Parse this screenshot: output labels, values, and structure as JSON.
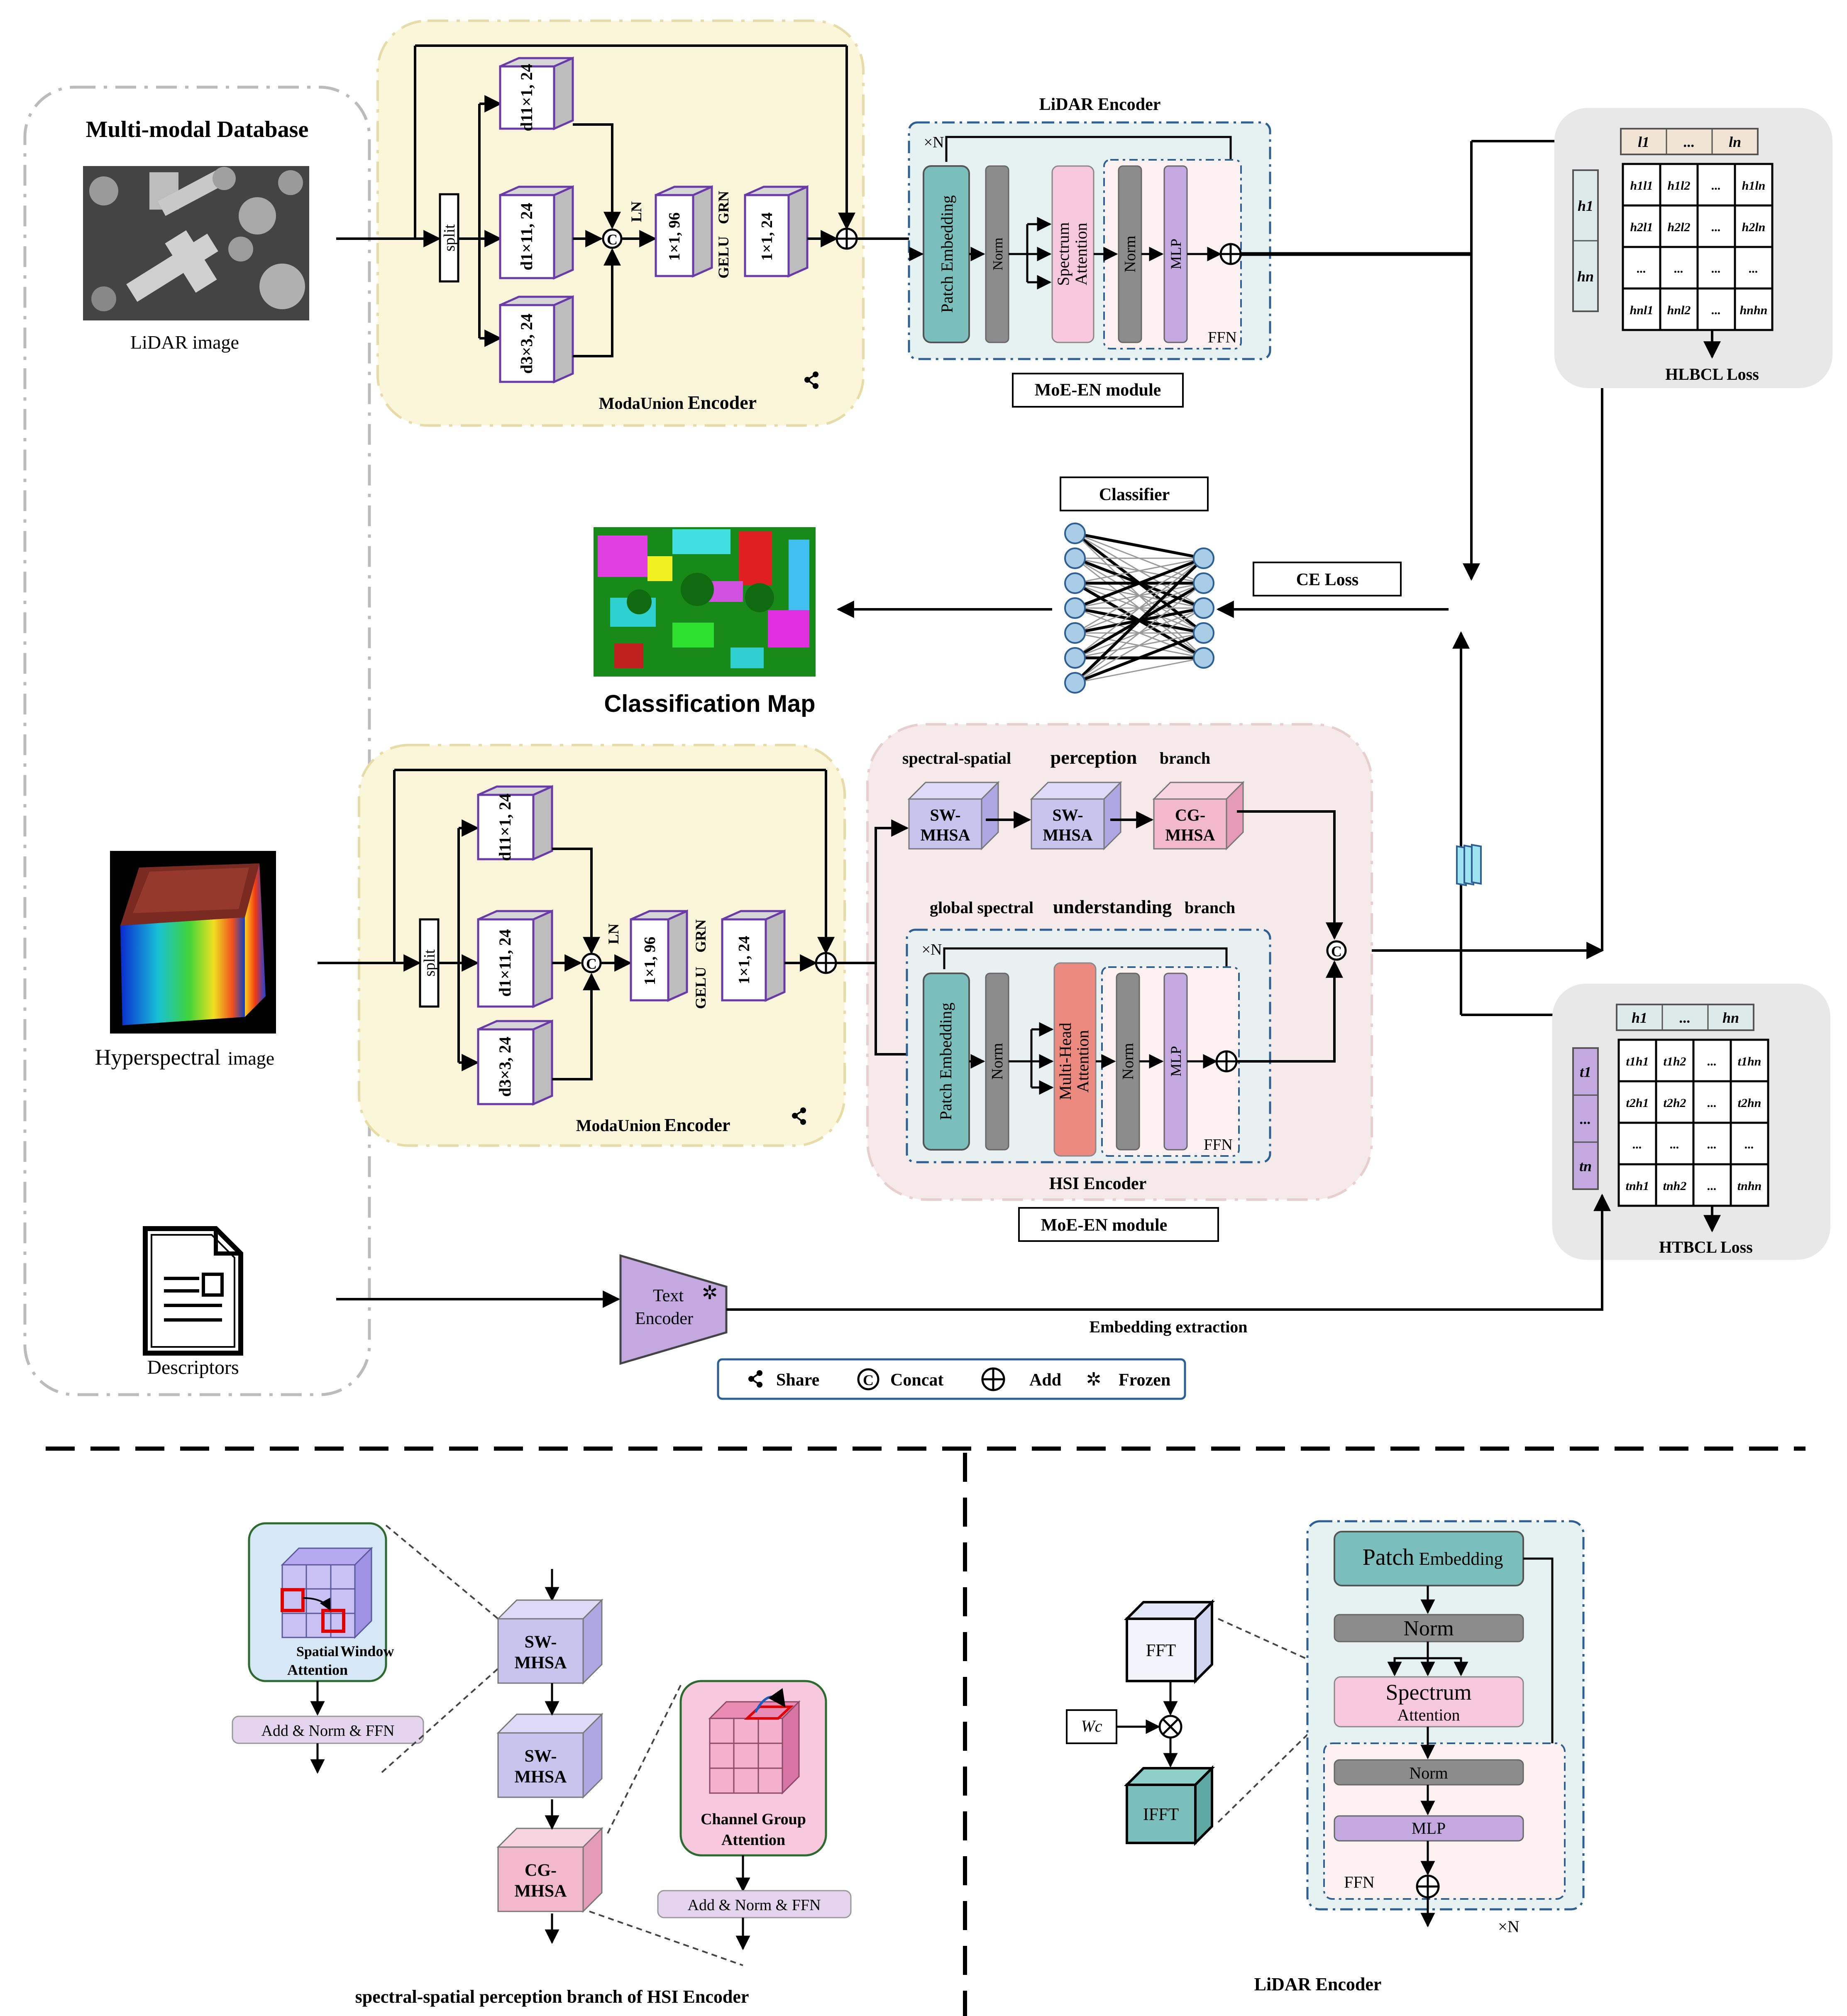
{
  "database": {
    "title": "Multi-modal Database",
    "lidar_caption": "LiDAR image",
    "hsi_caption_main": "Hyperspectral",
    "hsi_caption_small": "image",
    "descriptors_caption": "Descriptors"
  },
  "modaunion": {
    "label_a": "ModaUnion",
    "label_b": "Encoder",
    "split": "split",
    "d11": "d11×1, 24",
    "d1x11": "d1×11, 24",
    "d33": "d3×3, 24",
    "ln": "LN",
    "c196": "1×1, 96",
    "gelu": "GELU",
    "grn": "GRN",
    "c124": "1×1, 24"
  },
  "lidar_encoder": {
    "title": "LiDAR Encoder",
    "xn": "×N",
    "patch_embedding": "Patch Embedding",
    "norm": "Norm",
    "spectrum_attention_1": "Spectrum",
    "spectrum_attention_2": "Attention",
    "mlp": "MLP",
    "ffn": "FFN",
    "module": "MoE-EN module"
  },
  "hsi_encoder": {
    "title": "HSI Encoder",
    "ssp_branch_a": "spectral-spatial",
    "ssp_branch_b": "perception",
    "ssp_branch_c": "branch",
    "gsu_branch_a": "global spectral",
    "gsu_branch_b": "understanding",
    "gsu_branch_c": "branch",
    "sw_mhsa_1": "SW-",
    "sw_mhsa_2": "MHSA",
    "cg_mhsa_1": "CG-",
    "cg_mhsa_2": "MHSA",
    "xn": "×N",
    "patch_embedding": "Patch Embedding",
    "norm": "Norm",
    "mha_1": "Multi-Head",
    "mha_2": "Attention",
    "mlp": "MLP",
    "ffn": "FFN",
    "module": "MoE-EN module"
  },
  "classifier": {
    "title": "Classifier",
    "ce_loss": "CE Loss",
    "map_title": "Classification Map"
  },
  "text_encoder": {
    "line1": "Text",
    "line2": "Encoder",
    "embedding": "Embedding extraction"
  },
  "hlbcl": {
    "top": [
      "l1",
      "...",
      "ln"
    ],
    "side": [
      "h1",
      "hn"
    ],
    "rows": [
      [
        "h1l1",
        "h1l2",
        "...",
        "h1ln"
      ],
      [
        "h2l1",
        "h2l2",
        "...",
        "h2ln"
      ],
      [
        "...",
        "...",
        "...",
        "..."
      ],
      [
        "hnl1",
        "hnl2",
        "...",
        "hnhn"
      ]
    ],
    "loss": "HLBCL Loss"
  },
  "htbcl": {
    "top": [
      "h1",
      "...",
      "hn"
    ],
    "side": [
      "t1",
      "...",
      "tn"
    ],
    "rows": [
      [
        "t1h1",
        "t1h2",
        "...",
        "t1hn"
      ],
      [
        "t2h1",
        "t2h2",
        "...",
        "t2hn"
      ],
      [
        "...",
        "...",
        "...",
        "..."
      ],
      [
        "tnh1",
        "tnh2",
        "...",
        "tnhn"
      ]
    ],
    "loss": "HTBCL Loss"
  },
  "legend": {
    "share": "Share",
    "concat": "Concat",
    "add": "Add",
    "frozen": "Frozen"
  },
  "bottom_left": {
    "spatial_1": "Spatial",
    "spatial_2": "Window",
    "spatial_3": "Attention",
    "add_norm_ffn": "Add & Norm & FFN",
    "sw_1": "SW-",
    "sw_2": "MHSA",
    "cg_1": "CG-",
    "cg_2": "MHSA",
    "channel_1": "Channel Group",
    "channel_2": "Attention",
    "caption": "spectral-spatial perception branch of HSI Encoder"
  },
  "bottom_right": {
    "fft": "FFT",
    "ifft": "IFFT",
    "wc": "Wc",
    "patch_a": "Patch",
    "patch_b": "Embedding",
    "norm": "Norm",
    "spectrum": "Spectrum",
    "attention": "Attention",
    "norm2": "Norm",
    "mlp": "MLP",
    "ffn": "FFN",
    "xn": "×N",
    "caption": "LiDAR Encoder"
  },
  "colors": {
    "yellow_panel": "#fbf6d9",
    "pink_panel": "#f6e9e9",
    "gray_panel": "#e8e8e8",
    "teal": "#7bbfbd",
    "gray_block": "#8c8c8c",
    "pink_block": "#f7c8de",
    "purple_block": "#c4a8e0",
    "salmon_block": "#ec8a80",
    "cube_purple": "#c9c4ee",
    "cube_pink": "#f2b8cc",
    "dark_blue": "#2c5f93"
  }
}
